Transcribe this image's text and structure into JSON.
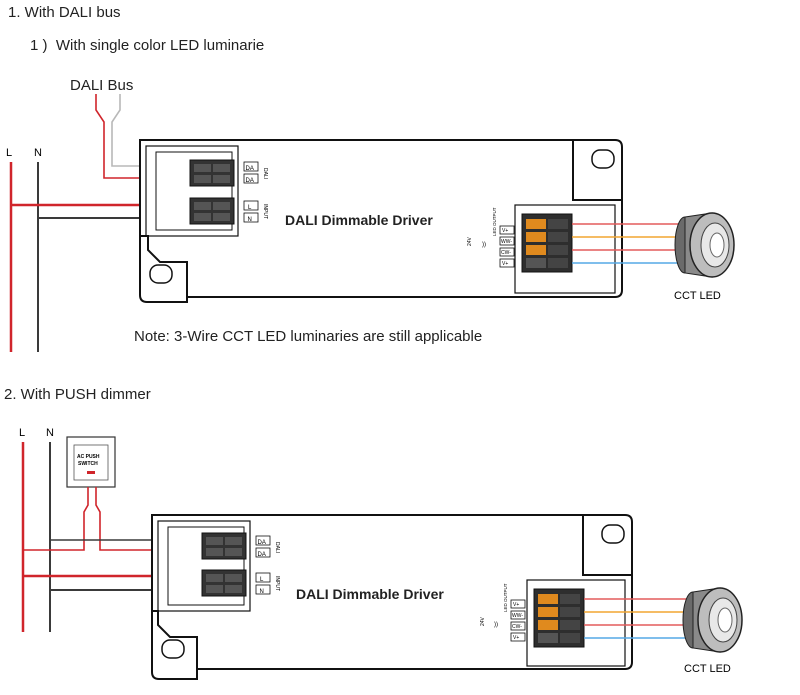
{
  "section1": {
    "heading": "1. With DALI bus",
    "subheading": "1 )  With single color LED luminarie",
    "bus_label": "DALI Bus",
    "line_l": "L",
    "line_n": "N",
    "driver_title": "DALI Dimmable Driver",
    "led_label": "CCT LED",
    "note": "Note: 3-Wire CCT LED luminaries are still applicable",
    "terminal_da1": "DA",
    "terminal_da2": "DA",
    "terminal_dali_side": "DALI",
    "terminal_l": "L",
    "terminal_n": "N",
    "terminal_input_side": "INPUT",
    "out_label": "LED OUTPUT",
    "out_vplus": "V+",
    "out_ww": "WW-",
    "out_cw": "CW-",
    "out_side": "24V"
  },
  "section2": {
    "heading": "2. With PUSH dimmer",
    "line_l": "L",
    "line_n": "N",
    "switch_label_1": "AC PUSH",
    "switch_label_2": "SWITCH",
    "driver_title": "DALI Dimmable Driver",
    "led_label": "CCT LED",
    "terminal_da1": "DA",
    "terminal_da2": "DA",
    "terminal_dali_side": "DALI",
    "terminal_l": "L",
    "terminal_n": "N",
    "terminal_input_side": "INPUT",
    "out_label": "LED OUTPUT",
    "out_vplus": "V+",
    "out_ww": "WW-",
    "out_cw": "CW-",
    "out_side": "24V"
  },
  "colors": {
    "live": "#d0252b",
    "neutral": "#3a3a3a",
    "dali_grey": "#b8b8b8",
    "ww": "#f2a531",
    "cw": "#55a9e6",
    "out_red": "#e45b5b",
    "outline": "#111111",
    "terminal_orange": "#e08a1e"
  }
}
